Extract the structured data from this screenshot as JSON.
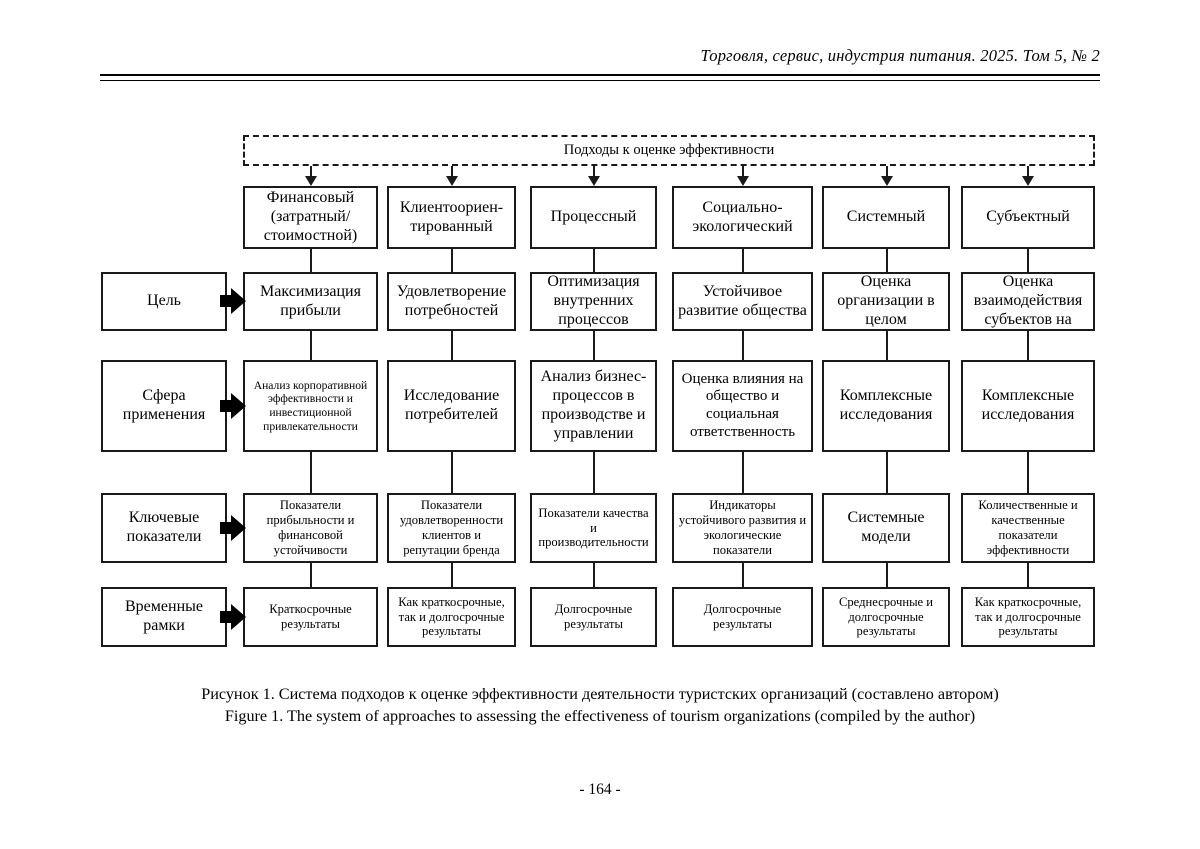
{
  "header": {
    "running_head": "Торговля, сервис, индустрия питания. 2025. Том 5, № 2"
  },
  "figure": {
    "title_band": "Подходы к оценке эффективности",
    "columns": [
      "Финансовый (затратный/ стоимостной)",
      "Клиентоориен- тированный",
      "Процессный",
      "Социально- экологический",
      "Системный",
      "Субъектный"
    ],
    "row_labels": [
      "Цель",
      "Сфера применения",
      "Ключевые показатели",
      "Временные рамки"
    ],
    "cells": [
      [
        "Максимизация прибыли",
        "Удовлетворение потребностей",
        "Оптимизация внутренних процессов",
        "Устойчивое развитие общества",
        "Оценка организации в целом",
        "Оценка взаимодействия субъектов на"
      ],
      [
        "Анализ корпоративной эффективности и инвестиционной привлекательности",
        "Исследование потребителей",
        "Анализ бизнес-процессов в производстве и управлении",
        "Оценка влияния на общество и социальная ответственность",
        "Комплексные исследования",
        "Комплексные исследования"
      ],
      [
        "Показатели прибыльности и финансовой устойчивости",
        "Показатели удовлетворенности клиентов и репутации бренда",
        "Показатели качества и производительности",
        "Индикаторы устойчивого развития и экологические показатели",
        "Системные модели",
        "Количественные и качественные показатели эффективности"
      ],
      [
        "Краткосрочные результаты",
        "Как краткосрочные, так и долгосрочные результаты",
        "Долгосрочные результаты",
        "Долгосрочные результаты",
        "Среднесрочные и долгосрочные результаты",
        "Как краткосрочные, так и долгосрочные результаты"
      ]
    ]
  },
  "caption": {
    "line_ru": "Рисунок 1. Система подходов к оценке эффективности деятельности туристских организаций (составлено автором)",
    "line_en": "Figure 1. The system of approaches to assessing the effectiveness of tourism organizations (compiled by the author)"
  },
  "footer": {
    "page_number": "- 164 -"
  }
}
